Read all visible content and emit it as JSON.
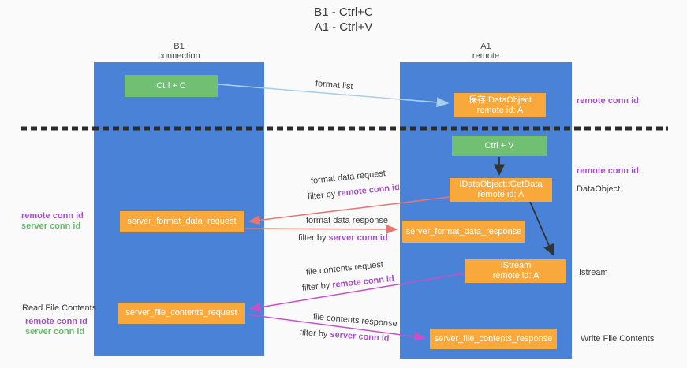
{
  "title": {
    "line1": "B1 - Ctrl+C",
    "line2": "A1 - Ctrl+V"
  },
  "lanes": {
    "left": {
      "name": "B1",
      "role": "connection"
    },
    "right": {
      "name": "A1",
      "role": "remote"
    }
  },
  "nodes": {
    "ctrl_c": {
      "label": "Ctrl + C"
    },
    "ctrl_v": {
      "label": "Ctrl + V"
    },
    "save_idataobject": {
      "line1": "保存IDataObject",
      "line2": "remote id: A"
    },
    "getdata": {
      "line1": "IDataObject::GetData",
      "line2": "remote id: A"
    },
    "istream": {
      "line1": "IStream",
      "line2": "remote id: A"
    },
    "format_request": {
      "label": "server_format_data_request"
    },
    "format_response": {
      "label": "server_format_data_response"
    },
    "file_request": {
      "label": "server_file_contents_request"
    },
    "file_response": {
      "label": "server_file_contents_response"
    }
  },
  "edge_labels": {
    "format_list": "format list",
    "format_data_request": "format data request",
    "format_data_response": "format data response",
    "file_contents_request": "file contents request",
    "file_contents_response": "file contents response",
    "filter_prefix": "filter by ",
    "remote_conn_id": "remote conn id",
    "server_conn_id": "server conn id"
  },
  "side_labels": {
    "remote_conn_id_top_right": "remote conn id",
    "remote_conn_id_mid_right": "remote conn id",
    "dataobject": "DataObject",
    "istream": "Istream",
    "write_file_contents": "Write File Contents",
    "read_file_contents": "Read File Contents",
    "remote_conn_id_left_1": "remote conn id",
    "server_conn_id_left_1": "server conn id",
    "remote_conn_id_left_2": "remote conn id",
    "server_conn_id_left_2": "server conn id"
  },
  "colors": {
    "lane_blue": "#4A82D8",
    "green_box": "#70BF73",
    "orange_box": "#F9A93C",
    "arrow_light_blue": "#A9CFEF",
    "arrow_red": "#E8766E",
    "arrow_magenta": "#C94FC9",
    "arrow_dark": "#333333",
    "dashed_line": "#2B2B2B",
    "text_purple": "#A452C5",
    "text_green": "#67BB6A",
    "text_dark": "#3C3C3C",
    "background": "#FAFAFA"
  }
}
